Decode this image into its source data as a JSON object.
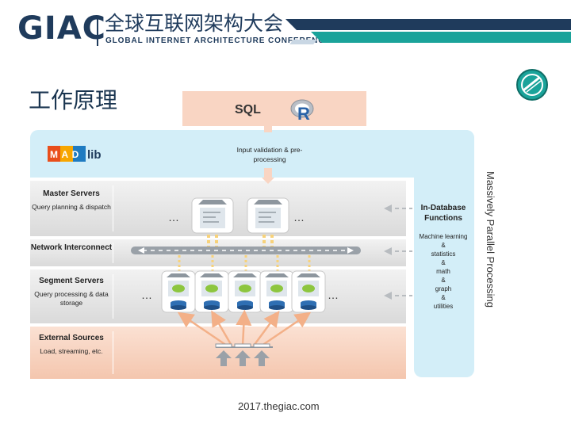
{
  "header": {
    "logo_text": "GIAC",
    "conference_cn": "全球互联网架构大会",
    "conference_en": "GLOBAL INTERNET ARCHITECTURE CONFERENCE"
  },
  "slide": {
    "title": "工作原理",
    "footer": "2017.thegiac.com"
  },
  "diagram": {
    "sql_label": "SQL",
    "r_logo": "R",
    "madlib_logo": {
      "mad": "MAD",
      "lib": "lib"
    },
    "input_validation": "Input validation & pre-processing",
    "layers": {
      "master": {
        "title": "Master Servers",
        "subtitle": "Query planning & dispatch"
      },
      "network": {
        "title": "Network Interconnect"
      },
      "segment": {
        "title": "Segment Servers",
        "subtitle": "Query processing & data storage"
      },
      "external": {
        "title": "External Sources",
        "subtitle": "Load, streaming, etc."
      }
    },
    "in_database": {
      "title": "In-Database Functions",
      "items": [
        "Machine learning",
        "&",
        "statistics",
        "&",
        "math",
        "&",
        "graph",
        "&",
        "utilities"
      ]
    },
    "mpp_label": "Massively Parallel Processing",
    "ellipsis": "…"
  },
  "colors": {
    "brand_navy": "#1f3b5c",
    "teal_stripe": "#1aa39a",
    "light_blue": "#d3eef8",
    "peach": "#f9d5c3",
    "arrow_orange": "#f3b088"
  }
}
